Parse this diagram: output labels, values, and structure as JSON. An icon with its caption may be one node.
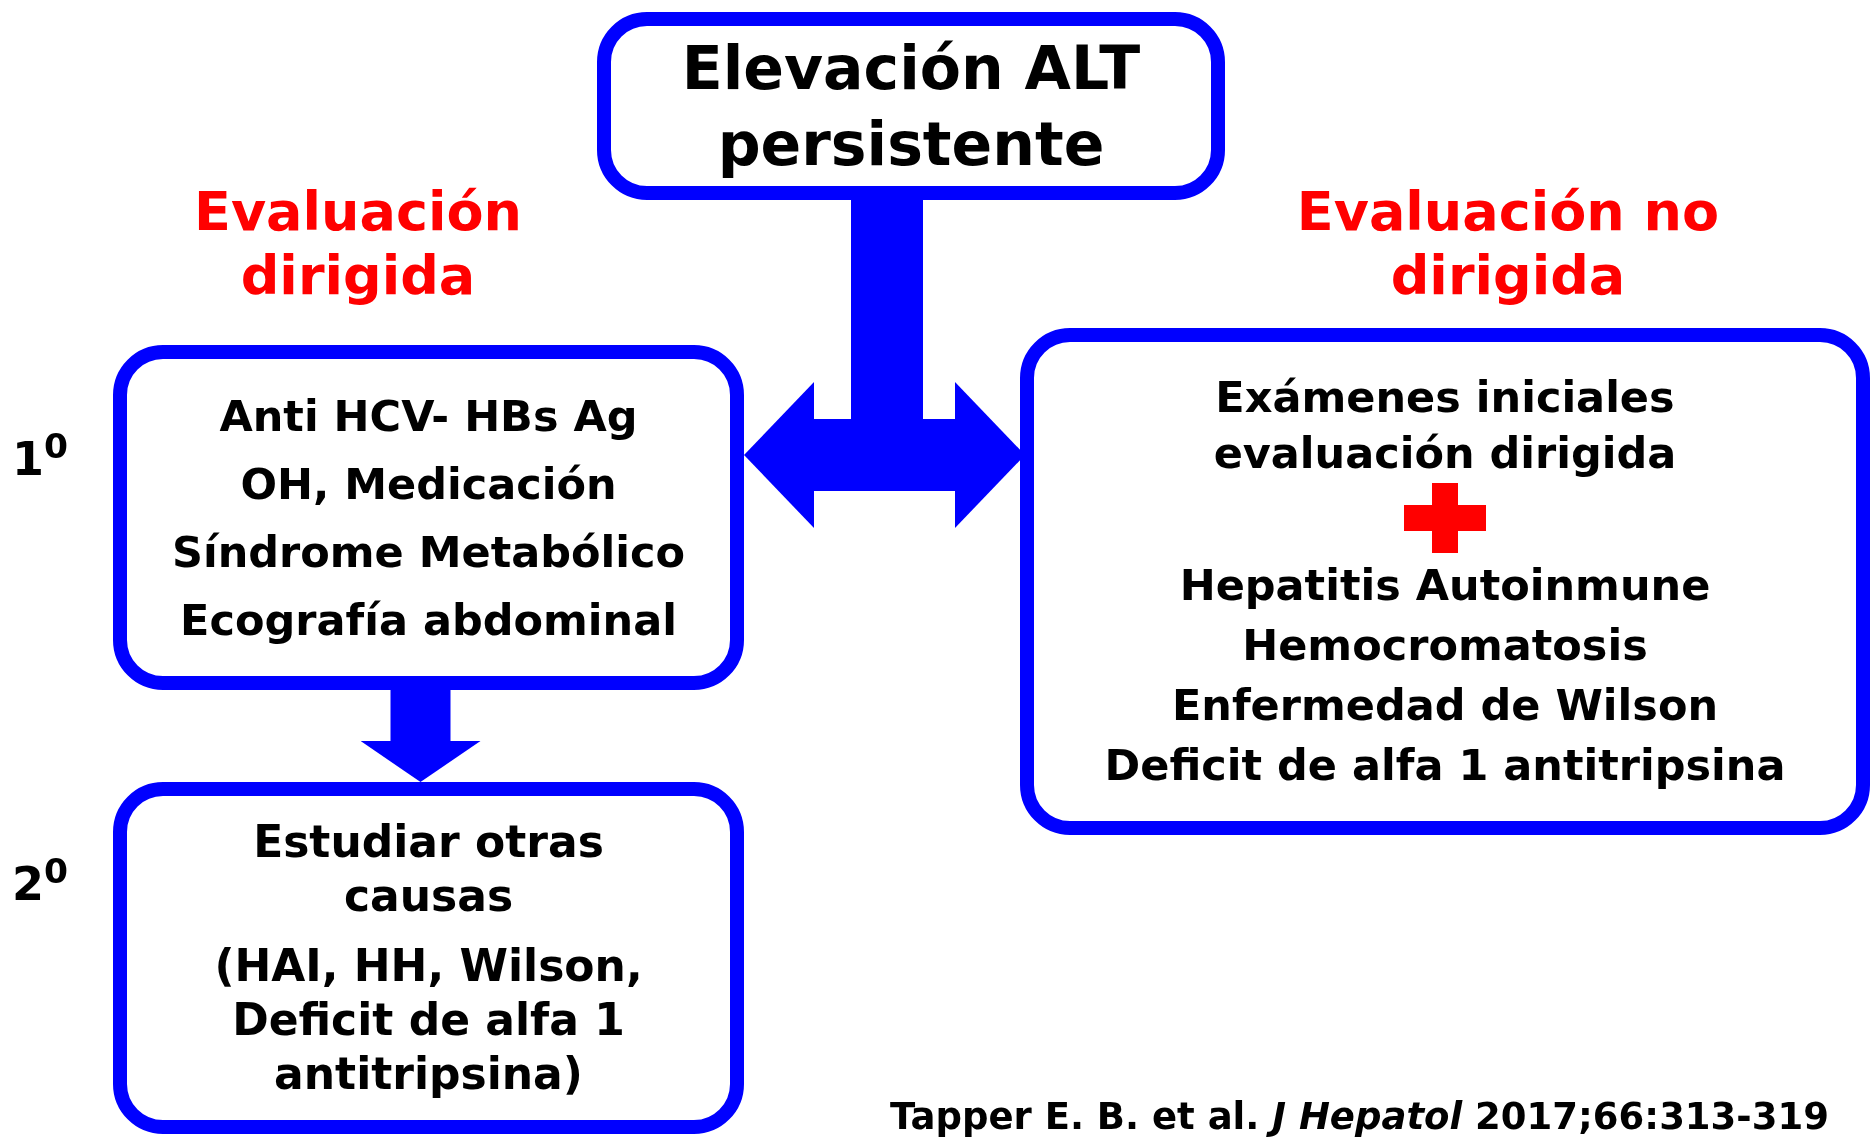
{
  "diagram": {
    "nodes": [
      {
        "text": [
          "Elevación ALT persistente"
        ]
      },
      {
        "text": [
          "Anti HCV- HBs Ag",
          "OH, Medicación",
          "Síndrome Metabólico",
          "Ecografía abdominal"
        ]
      },
      {
        "text": [
          "Exámenes iniciales evaluación dirigida",
          "Hepatitis Autoinmune",
          "Hemocromatosis",
          "Enfermedad de Wilson",
          "Deficit de alfa 1 antitripsina"
        ]
      },
      {
        "text": [
          "Estudiar otras causas",
          "(HAI, HH, Wilson, Deficit de alfa 1 antitripsina)"
        ]
      }
    ],
    "edges": [
      {
        "from": 0,
        "to": 1,
        "arrow": "to"
      },
      {
        "from": 0,
        "to": 2,
        "arrow": "to"
      },
      {
        "from": 1,
        "to": 3,
        "arrow": "to"
      }
    ],
    "labels": [
      "Evaluación dirigida",
      "Evaluación no dirigida",
      "1$^{0}$",
      "2$^{0}$",
      "Tapper E. B. et al. *J Hepatol* 2017;66:313-319"
    ]
  }
}
